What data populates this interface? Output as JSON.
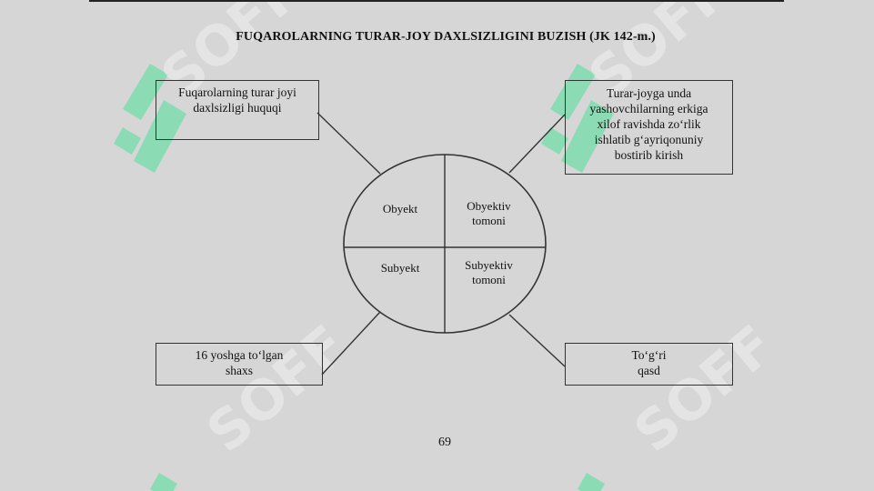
{
  "header": {
    "title": "FUQAROLARNING TURAR-JOY DAXLSIZLIGINI BUZISH (JK 142-m.)"
  },
  "diagram": {
    "boxes": {
      "object": "Fuqarolarning turar joyi\ndaxlsizligi huquqi",
      "objective_side": "Turar-joyga unda\nyashovchilarning erkiga\nxilof ravishda zo‘rlik\nishlatib g‘ayriqonuniy\nbostirib kirish",
      "subject": "16 yoshga to‘lgan\nshaxs",
      "subjective_side": "To‘g‘ri\nqasd"
    },
    "circle_quadrants": {
      "top_left": "Obyekt",
      "top_right": "Obyektiv\ntomoni",
      "bottom_left": "Subyekt",
      "bottom_right": "Subyektiv\ntomoni"
    }
  },
  "watermark": {
    "text": "SOFF",
    "color": "#00e676"
  },
  "footer": {
    "page_number": "69"
  }
}
